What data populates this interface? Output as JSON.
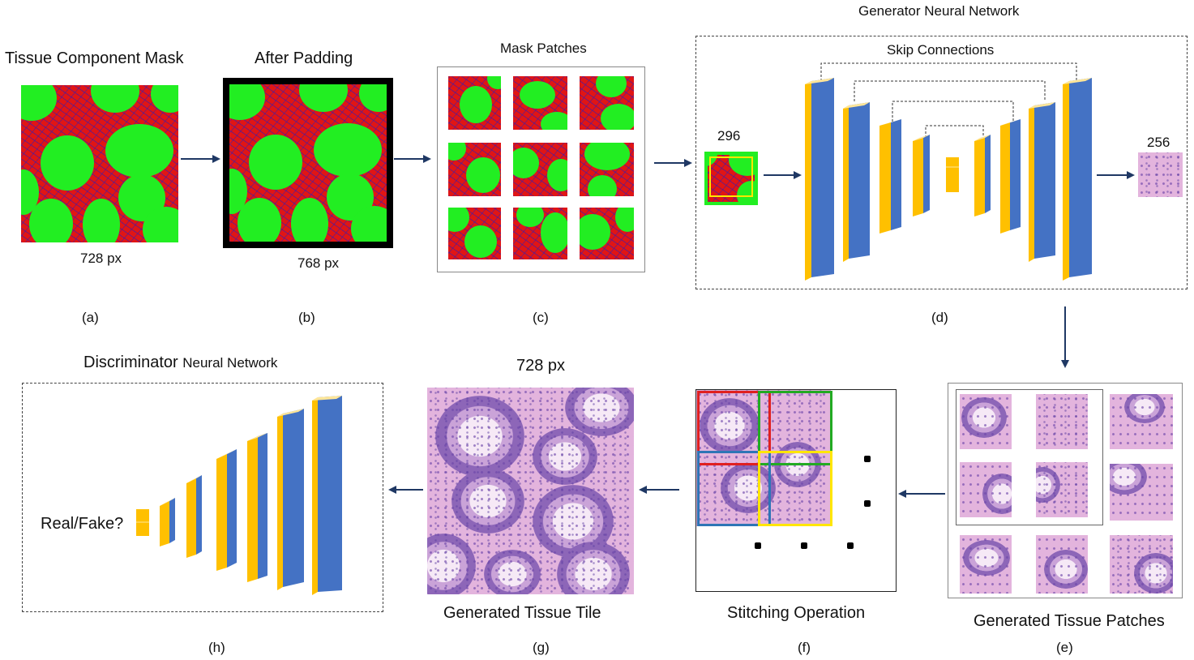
{
  "labels": {
    "tissue_mask_title": "Tissue Component Mask",
    "after_padding_title": "After Padding",
    "mask_patches_title": "Mask Patches",
    "generator_title": "Generator  Neural Network",
    "skip_connections": "Skip Connections",
    "size_728": "728 px",
    "size_768": "768 px",
    "size_296": "296",
    "size_256": "256",
    "discriminator_title": "Discriminator",
    "discriminator_suffix": "Neural Network",
    "generated_728": "728 px",
    "real_fake": "Real/Fake?",
    "generated_tile": "Generated Tissue Tile",
    "stitching": "Stitching Operation",
    "generated_patches": "Generated Tissue Patches"
  },
  "panel_letters": [
    "(a)",
    "(b)",
    "(c)",
    "(d)",
    "(e)",
    "(f)",
    "(g)",
    "(h)"
  ],
  "colors": {
    "mask_red": "#e01515",
    "mask_green": "#22ee22",
    "mask_blue": "#1e1ec8",
    "layer_blue": "#4472c4",
    "layer_orange": "#ffc000",
    "arrow": "#1f3864",
    "stitch_red": "#e02020",
    "stitch_green": "#22aa22",
    "stitch_blue": "#2e75b6",
    "stitch_yellow": "#ffe600"
  }
}
